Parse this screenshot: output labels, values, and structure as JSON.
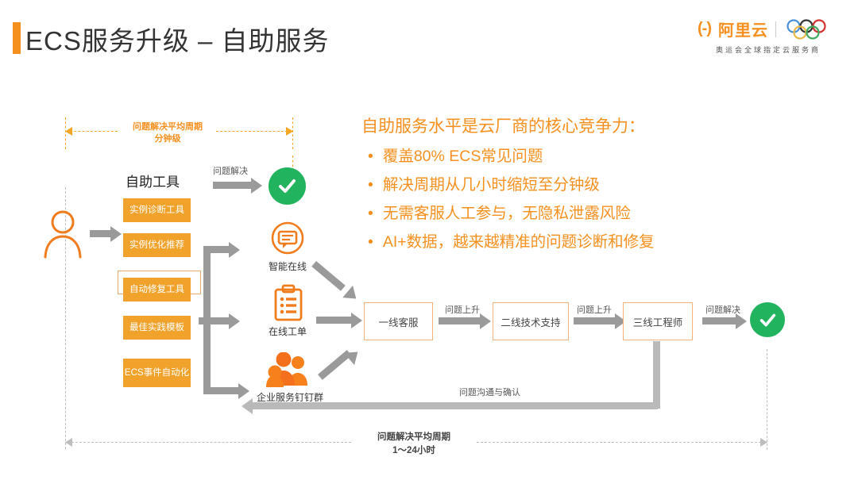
{
  "header": {
    "title": "ECS服务升级 – 自助服务",
    "accent_color": "#F5901F",
    "logo": {
      "mark": "(-)",
      "name": "阿里云",
      "tagline": "奥运会全球指定云服务商",
      "rings_icon": "olympic-rings-icon"
    }
  },
  "diagram": {
    "top_band": {
      "caption_line1": "问题解决平均周期",
      "caption_line2": "分钟级",
      "color": "#F5901F"
    },
    "bottom_band": {
      "caption_line1": "问题解决平均周期",
      "caption_line2": "1～24小时",
      "color": "#444444"
    },
    "user_icon": "user-person-icon",
    "self_service": {
      "heading": "自助工具",
      "tools": [
        {
          "label": "实例诊断工具",
          "highlighted": false
        },
        {
          "label": "实例优化推荐",
          "highlighted": false
        },
        {
          "label": "自动修复工具",
          "highlighted": true
        },
        {
          "label": "最佳实践模板",
          "highlighted": false
        },
        {
          "label": "ECS事件自动化",
          "highlighted": false
        }
      ],
      "box_color": "#F0A22B"
    },
    "resolve_label_top": "问题解决",
    "channels": [
      {
        "label": "智能在线",
        "icon": "chat-bubble-icon"
      },
      {
        "label": "在线工单",
        "icon": "clipboard-list-icon"
      },
      {
        "label": "企业服务钉钉群",
        "icon": "people-group-icon"
      }
    ],
    "escalation": {
      "nodes": [
        "一线客服",
        "二线技术支持",
        "三线工程师"
      ],
      "arrow_labels": [
        "问题上升",
        "问题上升"
      ],
      "final_label": "问题解决"
    },
    "feedback_label": "问题沟通与确认",
    "success_icon": "green-check-circle-icon"
  },
  "callout": {
    "heading": "自助服务水平是云厂商的核心竞争力：",
    "bullets": [
      "覆盖80% ECS常见问题",
      "解决周期从几小时缩短至分钟级",
      "无需客服人工参与，无隐私泄露风险",
      "AI+数据，越来越精准的问题诊断和修复"
    ],
    "color": "#F5901F"
  }
}
